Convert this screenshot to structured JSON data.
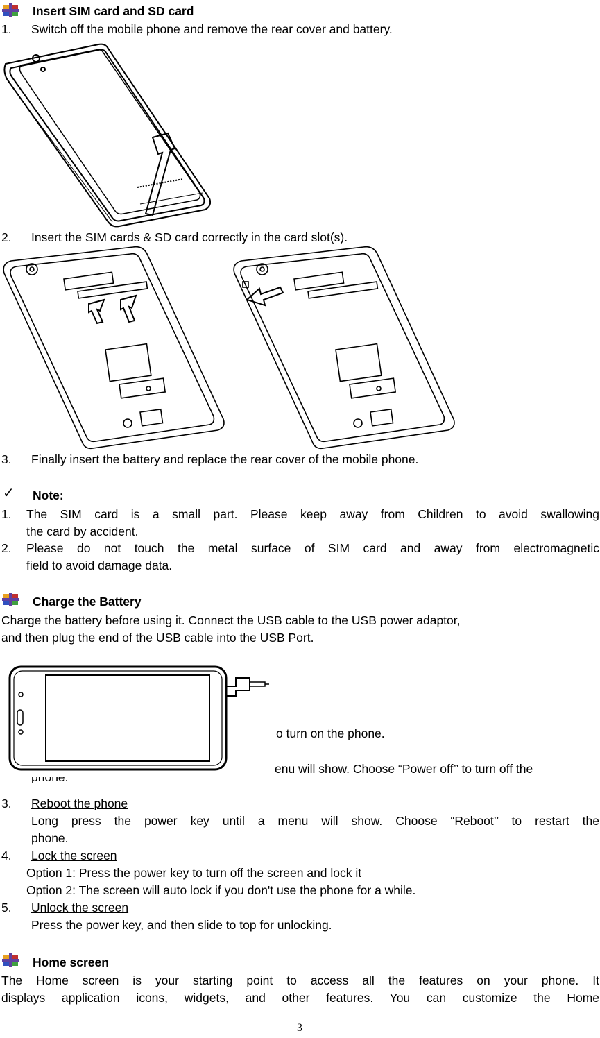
{
  "sections": {
    "sim": {
      "heading": "Insert SIM card and SD card",
      "steps": [
        {
          "num": "1.",
          "text": "Switch off the mobile phone and remove the rear cover and battery."
        },
        {
          "num": "2.",
          "text": "Insert the SIM cards & SD card correctly in the card slot(s)."
        },
        {
          "num": "3.",
          "text": "Finally insert the battery and replace the rear cover of the mobile phone."
        }
      ],
      "note_label": "Note:",
      "notes": [
        {
          "num": "1.",
          "line1": "The SIM card is a small part. Please keep away from Children to avoid swallowing",
          "line2": "the card by accident."
        },
        {
          "num": "2.",
          "line1": "Please do not touch the metal surface of SIM card and away from electromagnetic",
          "line2": "field to avoid damage data."
        }
      ]
    },
    "battery": {
      "heading": "Charge the Battery",
      "line1": "Charge the battery before using it. Connect the USB cable to the USB power adaptor,",
      "line2": "and then plug the end of the USB cable into the USB Port."
    },
    "power": {
      "partial1": "o turn on the phone.",
      "partial2": "enu will show. Choose “Power off’’ to turn off the",
      "partial3": "phone.",
      "items": [
        {
          "num": "3.",
          "title": "Reboot the phone",
          "line1": "Long press the power key until a menu will show. Choose “Reboot’’ to restart the",
          "line2": "phone."
        },
        {
          "num": "4.",
          "title": "Lock the screen",
          "line1": "Option 1: Press the power key to turn off the screen and lock it",
          "line2": "Option 2: The screen will auto lock if you don't use the phone for a while."
        },
        {
          "num": "5.",
          "title": "Unlock the screen",
          "line1": "Press the power key, and then slide to top for unlocking."
        }
      ]
    },
    "home": {
      "heading": "Home screen",
      "line1": "The Home screen is your starting point to access all the features on your phone. It",
      "line2": "displays application icons, widgets, and other features. You can customize the Home"
    }
  },
  "page_number": "3",
  "icons": {
    "bullet": "colored-bullet-icon",
    "check": "check-mark-icon"
  }
}
